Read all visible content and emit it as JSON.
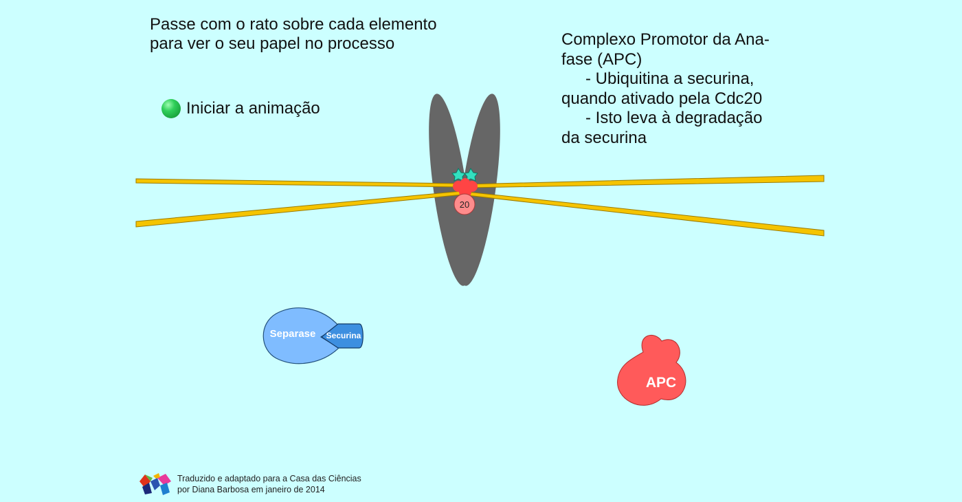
{
  "instructions": {
    "line1": "Passe com o rato sobre cada elemento",
    "line2": "para ver o seu papel no processo"
  },
  "start_button": {
    "label": "Iniciar a animação",
    "icon": "green-ball-icon"
  },
  "description": {
    "line1": "Complexo Promotor da Ana-",
    "line2": "fase (APC)",
    "line3": "- Ubiquitina a securina,",
    "line4": "quando ativado pela Cdc20",
    "line5": "- Isto leva à degradação",
    "line6": "da securina"
  },
  "diagram": {
    "cdc20_label": "20",
    "separase_label": "Separase",
    "securina_label": "Securina",
    "apc_label": "APC",
    "colors": {
      "background": "#ccffff",
      "chromosome": "#666666",
      "spindle": "#f5c400",
      "apc": "#ff5a5a",
      "cdc20": "#ff8c8c",
      "separase": "#7fbcff",
      "securina": "#3d8fe0",
      "kinetochore": "#33e0c0"
    }
  },
  "credit": {
    "line1": "Traduzido e adaptado para a Casa das Ciências",
    "line2": "por Diana Barbosa em janeiro de 2014"
  }
}
